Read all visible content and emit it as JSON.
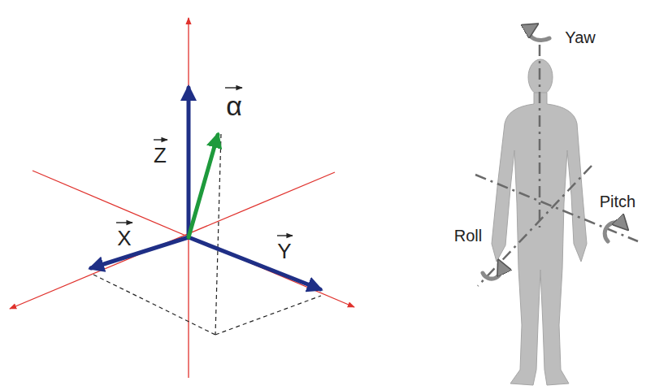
{
  "diagram": {
    "labels": [
      "Z",
      "α",
      "X",
      "Y",
      "Yaw",
      "Pitch",
      "Roll"
    ]
  }
}
